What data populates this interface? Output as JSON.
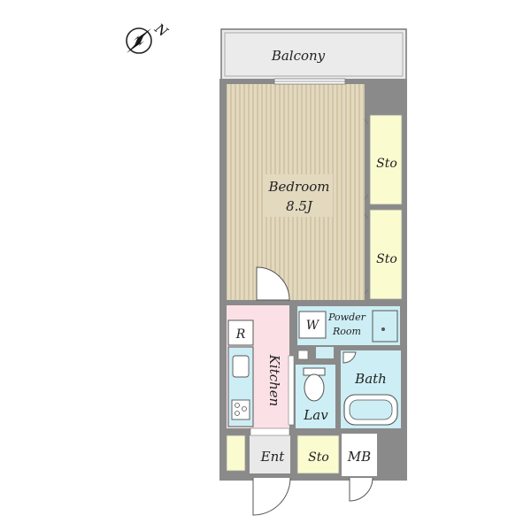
{
  "compass": {
    "label": "N",
    "icon": "north-arrow-icon"
  },
  "rooms": {
    "balcony": {
      "label": "Balcony"
    },
    "bedroom": {
      "label": "Bedroom",
      "size": "8.5J"
    },
    "storage_upper": {
      "label": "Sto"
    },
    "storage_lower": {
      "label": "Sto"
    },
    "kitchen": {
      "label": "Kitchen"
    },
    "refrigerator": {
      "label": "R"
    },
    "washer": {
      "label": "W"
    },
    "powder_room": {
      "label_line1": "Powder",
      "label_line2": "Room"
    },
    "bath": {
      "label": "Bath"
    },
    "lavatory": {
      "label": "Lav"
    },
    "entrance": {
      "label": "Ent"
    },
    "storage_entry": {
      "label": "Sto"
    },
    "meter_box": {
      "label": "MB"
    }
  },
  "colors": {
    "wall": "#8a8a8a",
    "bedroom_floor": "#e3d9bf",
    "bedroom_stripe": "#c9bc9a",
    "storage": "#fbfbd0",
    "kitchen": "#fbe1e6",
    "wet_area": "#cdeef4",
    "balcony": "#ebebeb",
    "entrance": "#e9e9e9"
  }
}
